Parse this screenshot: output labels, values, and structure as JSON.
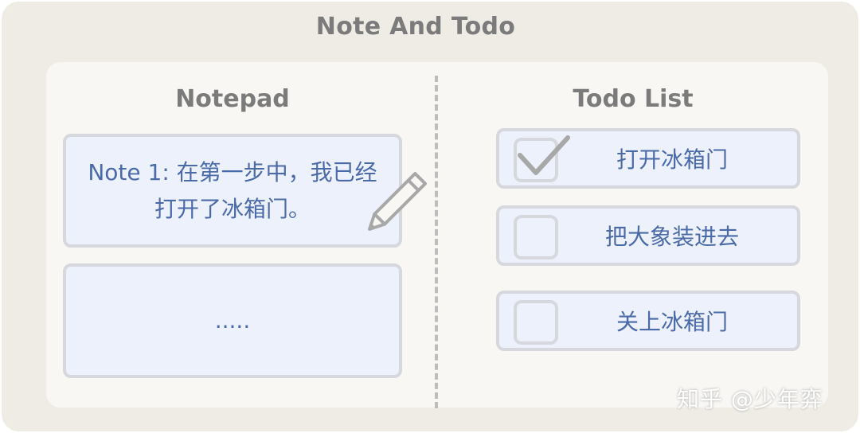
{
  "title": "Note And Todo",
  "notepad": {
    "title": "Notepad",
    "notes": [
      {
        "lines": [
          "Note 1: 在第一步中，我已经",
          "打开了冰箱门。"
        ]
      },
      {
        "lines": [
          "....."
        ]
      }
    ]
  },
  "todo": {
    "title": "Todo List",
    "items": [
      {
        "label": "打开冰箱门",
        "checked": true
      },
      {
        "label": "把大象装进去",
        "checked": false
      },
      {
        "label": "关上冰箱门",
        "checked": false
      }
    ]
  },
  "watermark": "知乎 @少年弈",
  "icons": [
    "pencil-icon",
    "checkmark-icon"
  ],
  "colors": {
    "text_blue": "#4a6aa8",
    "title_gray": "#7b7b7b",
    "box_fill": "#ecf1fb",
    "box_border": "#d6d8de"
  }
}
